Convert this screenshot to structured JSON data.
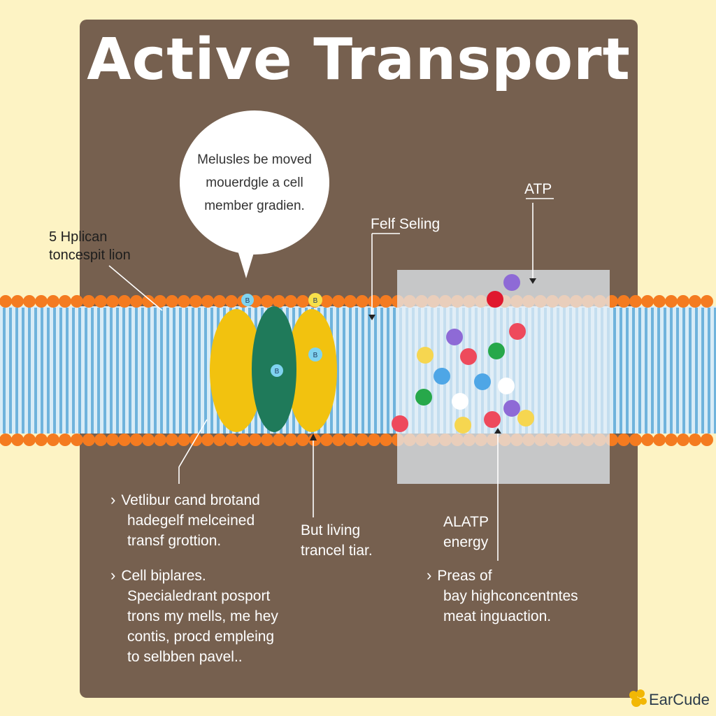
{
  "title": "Active Transport",
  "bubble": {
    "line1": "Melusles be moved",
    "line2": "mouerdgle a cell",
    "line3": "member gradien."
  },
  "left_label": {
    "line1": "5 Hplican",
    "line2": "toncespit lion"
  },
  "felf_label": "Felf Seling",
  "atp_label": "ATP",
  "protein_badges": [
    "B",
    "B",
    "B",
    "B"
  ],
  "bullets_left": [
    {
      "lines": [
        "Vetlibur cand brotand",
        "hadegelf melceined",
        "transf grottion."
      ]
    },
    {
      "lines": [
        "Cell biplares.",
        "Specialedrant posport",
        "trons my mells, me hey",
        "contis, procd empleing",
        "to selbben pavel.."
      ]
    }
  ],
  "center_label": {
    "line1": "But living",
    "line2": "trancel tiar."
  },
  "energy_label": {
    "line1": "ALATP",
    "line2": "energy"
  },
  "bullets_right": [
    {
      "lines": [
        "Preas of",
        "bay highconcentntes",
        "meat inguaction."
      ]
    }
  ],
  "chevron_glyph": "›",
  "brand": "EarCude",
  "colors": {
    "background": "#fdf3c4",
    "panel": "#76604f",
    "membrane_head": "#f47b20",
    "membrane_tail": "#6fb3dc",
    "protein_yellow": "#f2c20f",
    "protein_green": "#1f7a5a"
  }
}
